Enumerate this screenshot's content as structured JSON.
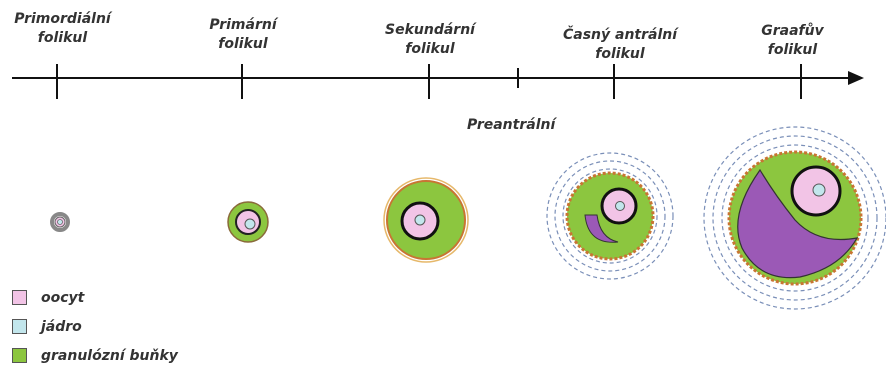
{
  "stages": [
    {
      "line1": "Primordiální",
      "line2": "folikul"
    },
    {
      "line1": "Primární",
      "line2": "folikul"
    },
    {
      "line1": "Sekundární",
      "line2": "folikul"
    },
    {
      "line1": "Časný antrální",
      "line2": "folikul"
    },
    {
      "line1": "Graafův",
      "line2": "folikul"
    }
  ],
  "phase_label": "Preantrální",
  "legend": [
    {
      "label": "oocyt",
      "color": "#f2c4e6"
    },
    {
      "label": "jádro",
      "color": "#c2e6ec"
    },
    {
      "label": "granulózní buňky",
      "color": "#8cc63f"
    }
  ],
  "colors": {
    "axis": "#111111",
    "antrum": "#9b59b6",
    "theca": "#c87533",
    "outer_dashed": "#7a8fb8"
  }
}
